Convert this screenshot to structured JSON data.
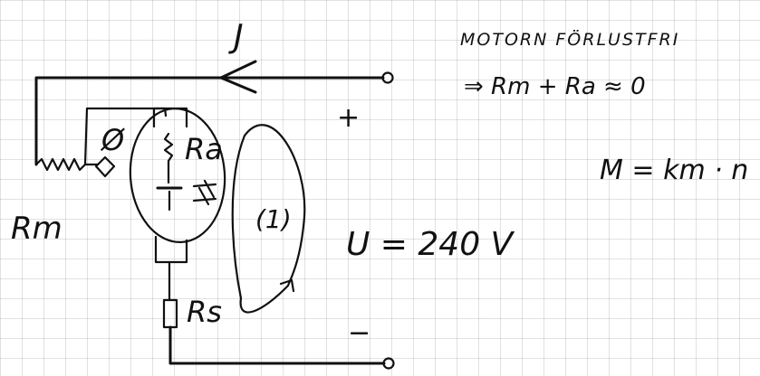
{
  "labels": {
    "current": "J",
    "motor_note": "MOTORN FÖRLUSTFRI",
    "implication": "⇒ Rm + Ra ≈ 0",
    "torque_eq": "M = km · n",
    "flux": "Ø",
    "armature_res": "Ra",
    "field_res": "Rm",
    "series_res": "Rs",
    "voltage": "U = 240 V",
    "plus": "+",
    "minus": "−",
    "loop": "(1)"
  }
}
